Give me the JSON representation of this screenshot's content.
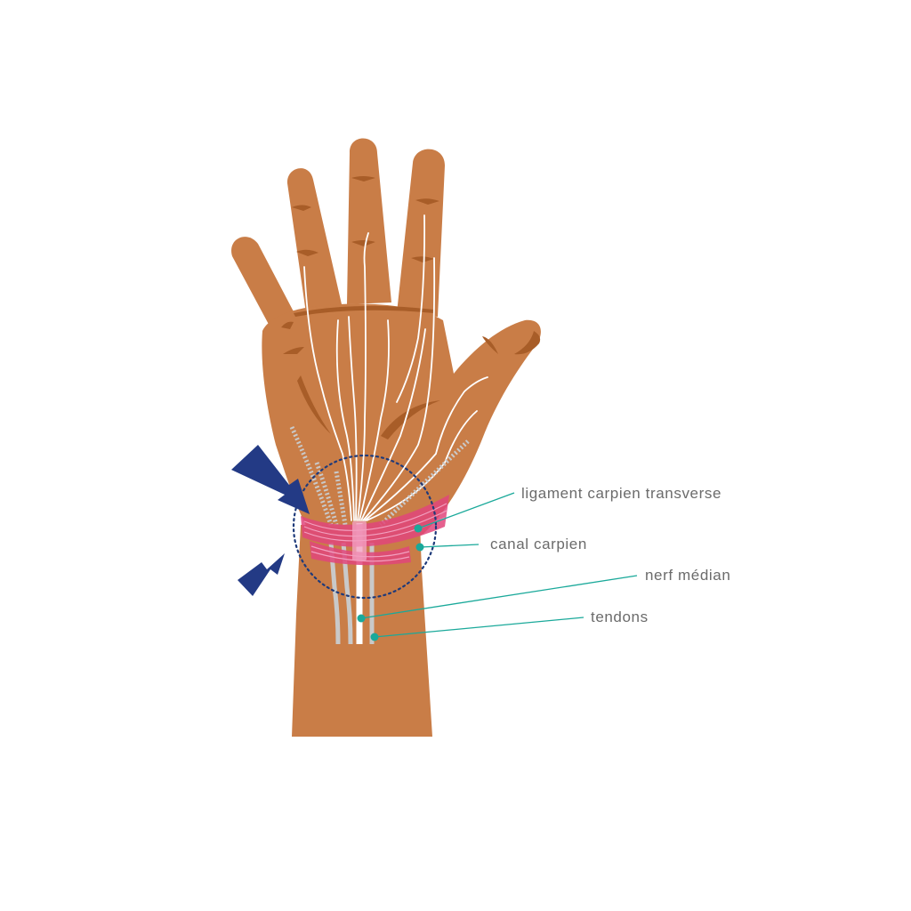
{
  "labels": {
    "ligament": "ligament carpien transverse",
    "canal": "canal carpien",
    "nerf": "nerf médian",
    "tendons": "tendons"
  },
  "colors": {
    "background": "#ffffff",
    "skin": "#c97d47",
    "skin_shadow": "#a85d28",
    "nerve": "#ffffff",
    "tendon": "#c9c9c9",
    "ligament": "#e0457b",
    "ligament_light": "#f2a0c0",
    "pain_bolt": "#233a85",
    "focus_circle": "#1e3a7a",
    "leader_line": "#1aa99a",
    "label_text": "#6b6b6b"
  },
  "icons": [
    "pain-bolt-icon",
    "pain-bolt-small-icon"
  ]
}
